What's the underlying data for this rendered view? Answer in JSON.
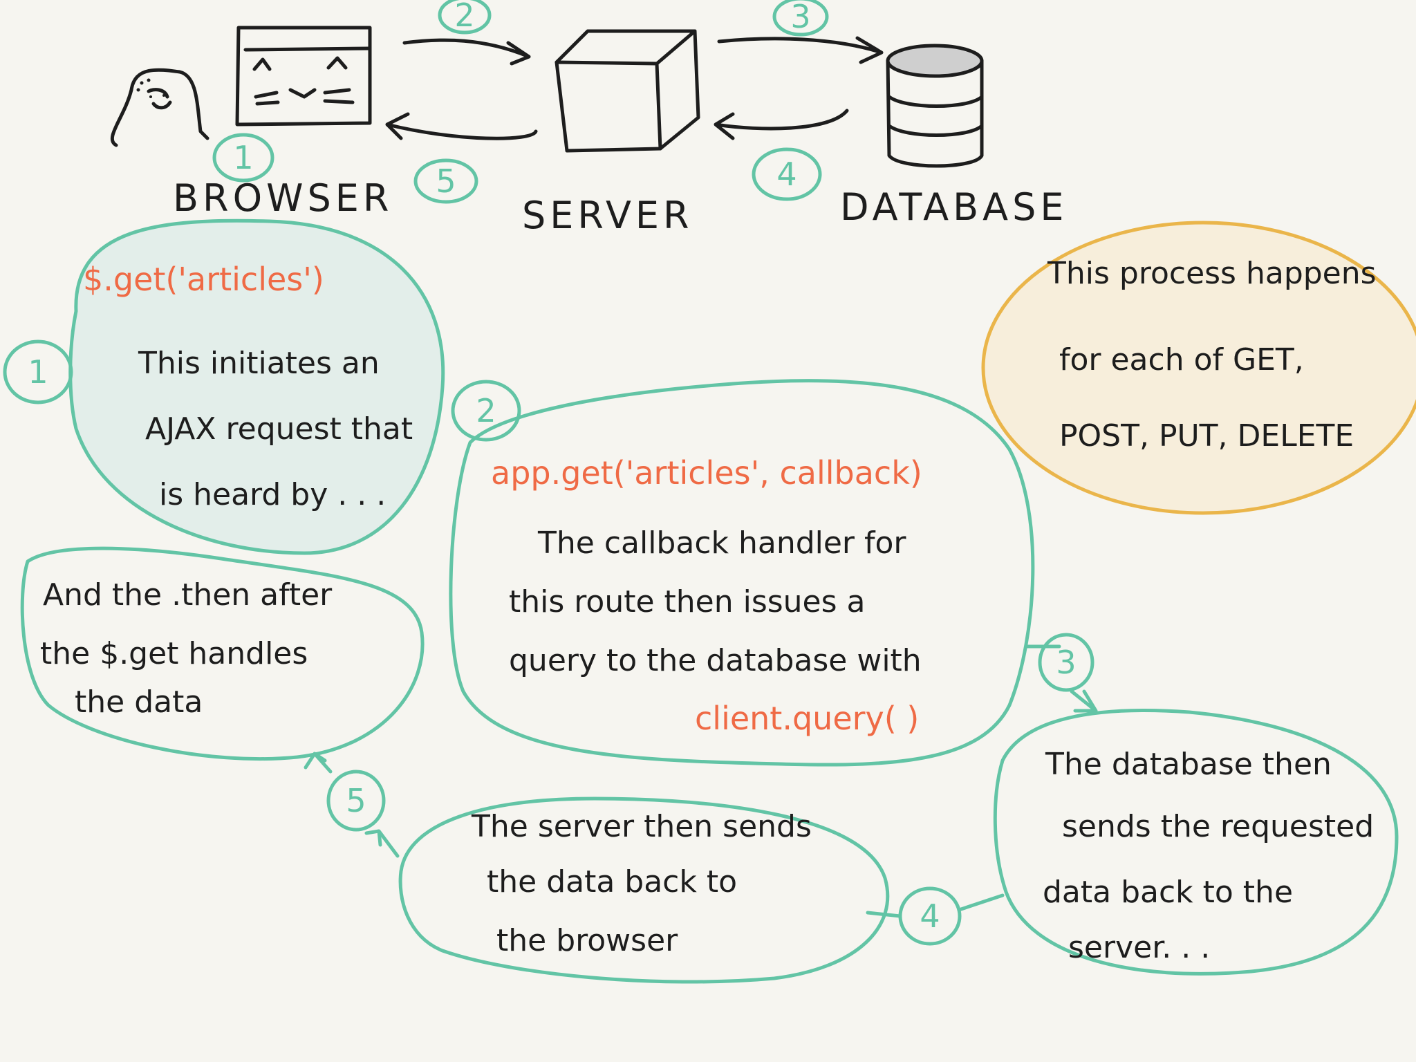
{
  "components": {
    "browser": "BROWSER",
    "server": "SERVER",
    "database": "DATABASE"
  },
  "arrow_numbers": [
    "1",
    "2",
    "3",
    "4",
    "5"
  ],
  "steps": [
    {
      "number": "1",
      "code": "$.get('articles')",
      "lines": [
        "This initiates an",
        "AJAX request that",
        "is heard by . . ."
      ]
    },
    {
      "number": "2",
      "code": "app.get('articles', callback)",
      "lines": [
        "The callback handler for",
        "this route then issues a",
        "query to the database with"
      ],
      "code2": "client.query(    )"
    },
    {
      "number": "3",
      "lines": [
        "The database then",
        "sends the requested",
        "data back to the",
        "server. . ."
      ]
    },
    {
      "number": "4",
      "lines": [
        "The server then sends",
        "the data back to",
        "the browser"
      ]
    },
    {
      "number": "5",
      "lines": [
        "And the .then after",
        "the $.get handles",
        "the data"
      ]
    }
  ],
  "note": {
    "lines": [
      "This process happens",
      "for each of GET,",
      "POST, PUT, DELETE"
    ]
  },
  "colors": {
    "teal": "#62c4a5",
    "teal_fill": "#e3eeea",
    "orange": "#ef6a45",
    "note_stroke": "#eab54a",
    "note_fill": "#f7eedb",
    "ink": "#1d1d1d"
  }
}
